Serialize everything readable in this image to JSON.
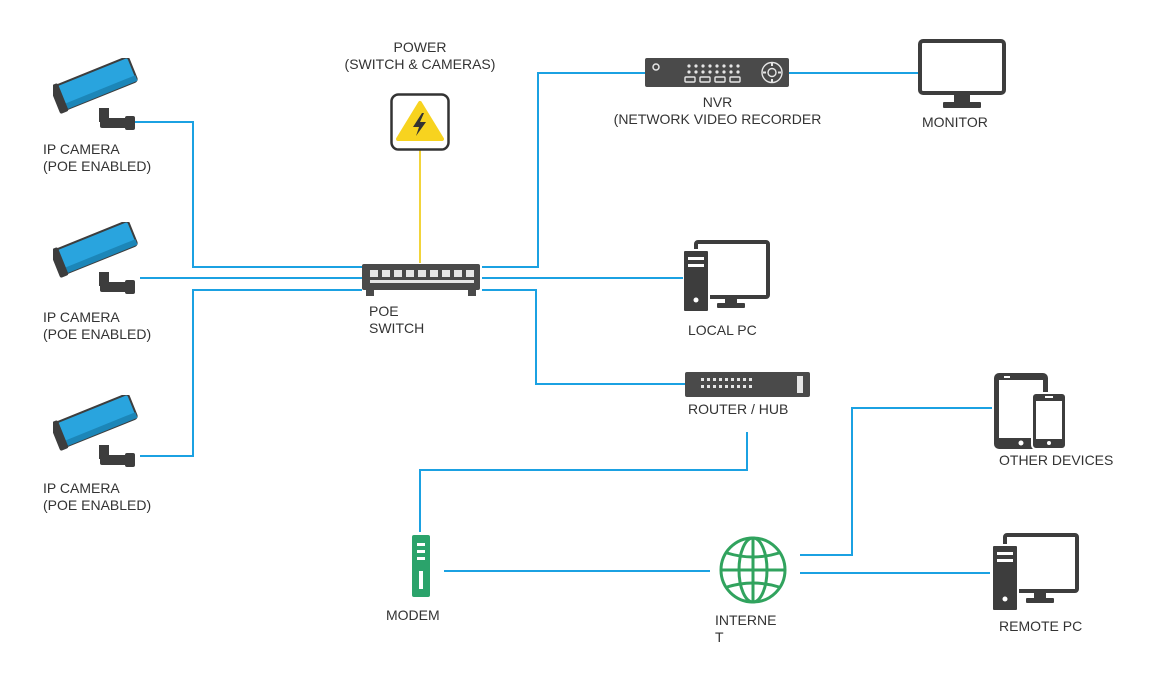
{
  "colors": {
    "cable": "#1ba1e2",
    "power_cable": "#f2d43a",
    "camera_blue": "#29a4de",
    "device_dark": "#3d3d3d",
    "power_yellow": "#f7d31f",
    "modem_green": "#2ba36b",
    "globe_green": "#31a35e",
    "text": "#333333"
  },
  "power": {
    "label": "POWER\n(SWITCH & CAMERAS)",
    "icon": "lightning-bolt"
  },
  "cameras": [
    {
      "label": "IP CAMERA\n(POE ENABLED)",
      "icon": "security-camera"
    },
    {
      "label": "IP CAMERA\n(POE ENABLED)",
      "icon": "security-camera"
    },
    {
      "label": "IP CAMERA\n(POE ENABLED)",
      "icon": "security-camera"
    }
  ],
  "switch": {
    "label": "POE\nSWITCH",
    "icon": "network-switch"
  },
  "nvr": {
    "label": "NVR\n(NETWORK VIDEO RECORDER",
    "icon": "video-recorder"
  },
  "monitor": {
    "label": "MONITOR",
    "icon": "monitor"
  },
  "local_pc": {
    "label": "LOCAL PC",
    "icon": "desktop-computer"
  },
  "router": {
    "label": "ROUTER / HUB",
    "icon": "router"
  },
  "modem": {
    "label": "MODEM",
    "icon": "modem"
  },
  "internet": {
    "label": "INTERNE\nT",
    "icon": "globe"
  },
  "other_devices": {
    "label": "OTHER DEVICES",
    "icon": "tablet-and-phone"
  },
  "remote_pc": {
    "label": "REMOTE PC",
    "icon": "desktop-computer"
  }
}
